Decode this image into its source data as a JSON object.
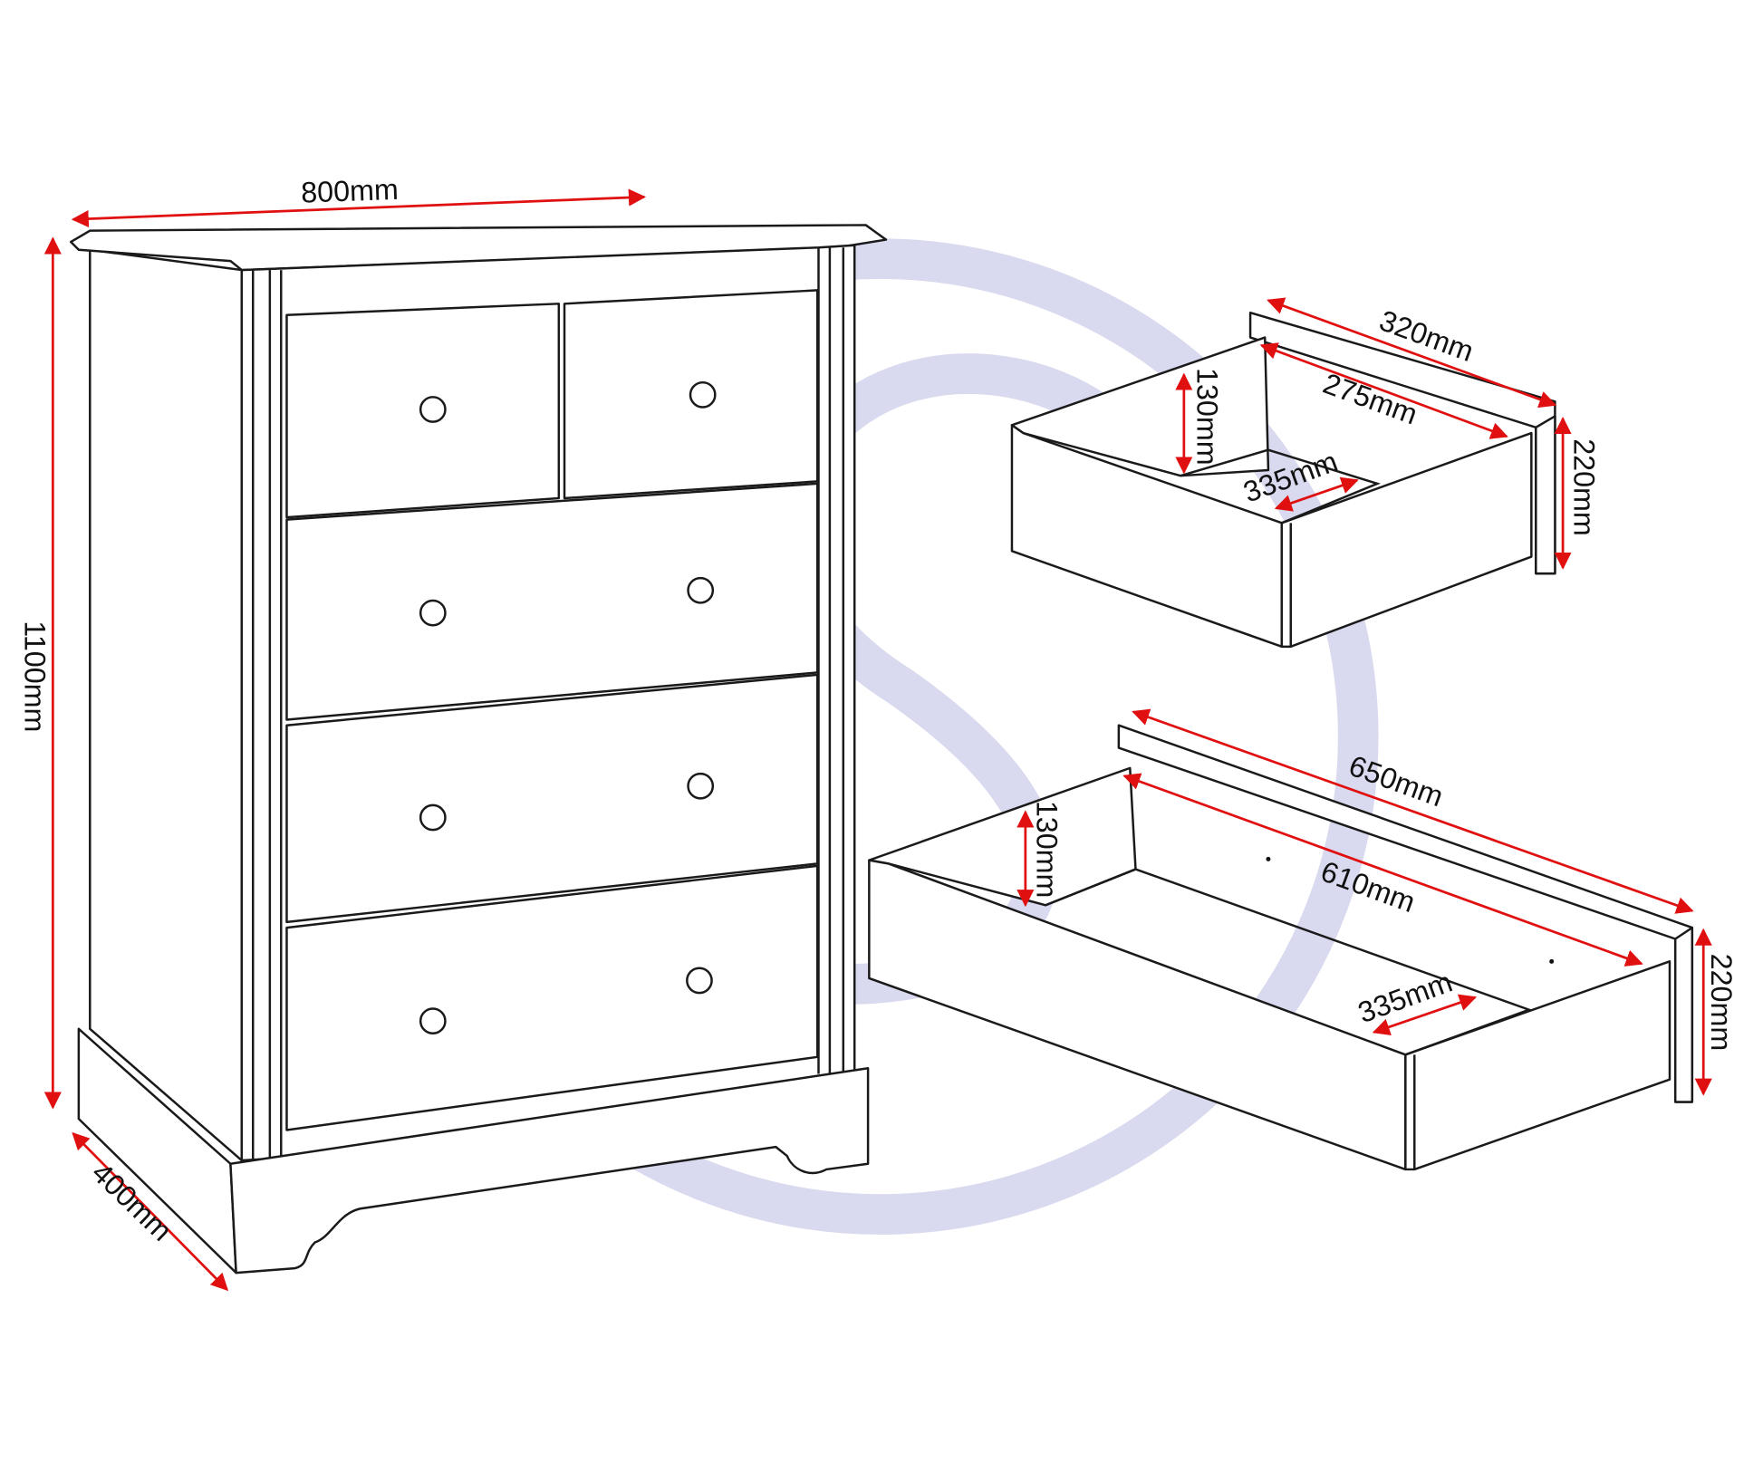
{
  "chest": {
    "width_label": "800mm",
    "height_label": "1100mm",
    "depth_label": "400mm"
  },
  "small_drawer": {
    "outer_width_label": "320mm",
    "inner_width_label": "275mm",
    "inner_height_label": "130mm",
    "inner_depth_label": "335mm",
    "front_height_label": "220mm"
  },
  "large_drawer": {
    "outer_width_label": "650mm",
    "inner_width_label": "610mm",
    "inner_height_label": "130mm",
    "inner_depth_label": "335mm",
    "front_height_label": "220mm"
  },
  "colors": {
    "dimension": "#e01010",
    "watermark": "#d9d9ef",
    "line": "#1a1a1a"
  }
}
